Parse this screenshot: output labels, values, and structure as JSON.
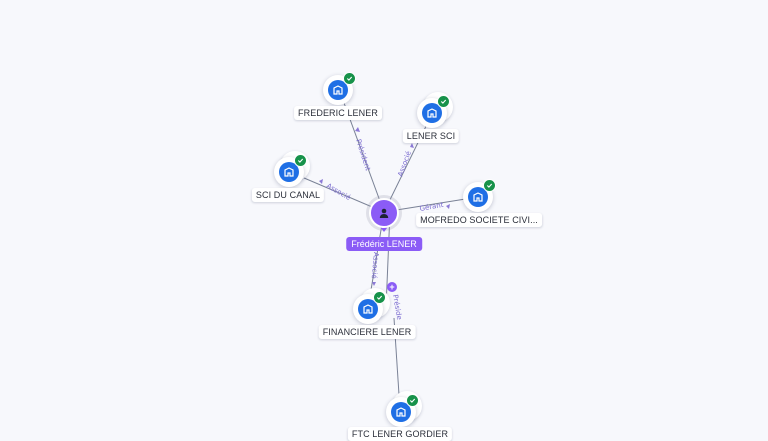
{
  "person": {
    "name": "Frédéric LENER"
  },
  "companies": [
    {
      "id": "frederic-lener",
      "name": "FREDERIC LENER"
    },
    {
      "id": "lener-sci",
      "name": "LENER SCI"
    },
    {
      "id": "sci-du-canal",
      "name": "SCI DU CANAL"
    },
    {
      "id": "mofredo",
      "name": "MOFREDO SOCIETE CIVI..."
    },
    {
      "id": "financiere-lener",
      "name": "FINANCIERE LENER"
    },
    {
      "id": "bottom",
      "name": "FTC LENER GORDIER"
    }
  ],
  "edges": {
    "president_1": "Président",
    "associe_1": "Associé",
    "associe_2": "Associé",
    "gerant": "Gérant",
    "associe_3": "Associé",
    "president_2": "Préside"
  },
  "badges": {
    "plus": "+"
  },
  "colors": {
    "person": "#8b5cf6",
    "company": "#1f6fe5",
    "verified": "#17924a"
  },
  "icons": {
    "company": "building-icon",
    "verified": "check-icon",
    "person": "user-icon"
  }
}
